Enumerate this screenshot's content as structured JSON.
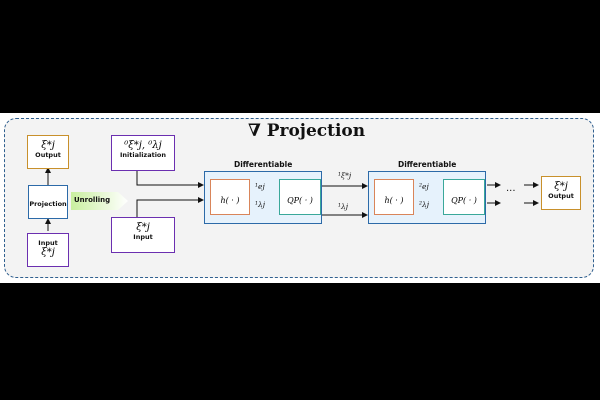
{
  "title": "∇ Projection",
  "left_panel": {
    "output_symbol": "ξ*j",
    "output_label": "Output",
    "projection_label": "Projection",
    "input_label": "Input",
    "input_symbol": "ξ*j"
  },
  "unrolling_label": "Unrolling",
  "init_box": {
    "symbol": "⁰ξ*j, ⁰λj",
    "label": "Initialization"
  },
  "input_box": {
    "symbol": "ξ*j",
    "label": "Input"
  },
  "blocks": [
    {
      "label": "Differentiable",
      "h": "h( · )",
      "qp": "QP( · )",
      "e": "¹ej",
      "lam": "¹λj"
    },
    {
      "label": "Differentiable",
      "h": "h( · )",
      "qp": "QP( · )",
      "e": "²ej",
      "lam": "²λj"
    }
  ],
  "between": {
    "xi": "¹ξ*j",
    "lam": "¹λj"
  },
  "ellipsis": "···",
  "final_output": {
    "symbol": "ξ*j",
    "label": "Output"
  },
  "colors": {
    "orange": "#c8902b",
    "purple": "#6b2fb0",
    "blue": "#2c6aa8",
    "green_arrow": "#a8e07a",
    "frame": "#2f5f8f"
  }
}
